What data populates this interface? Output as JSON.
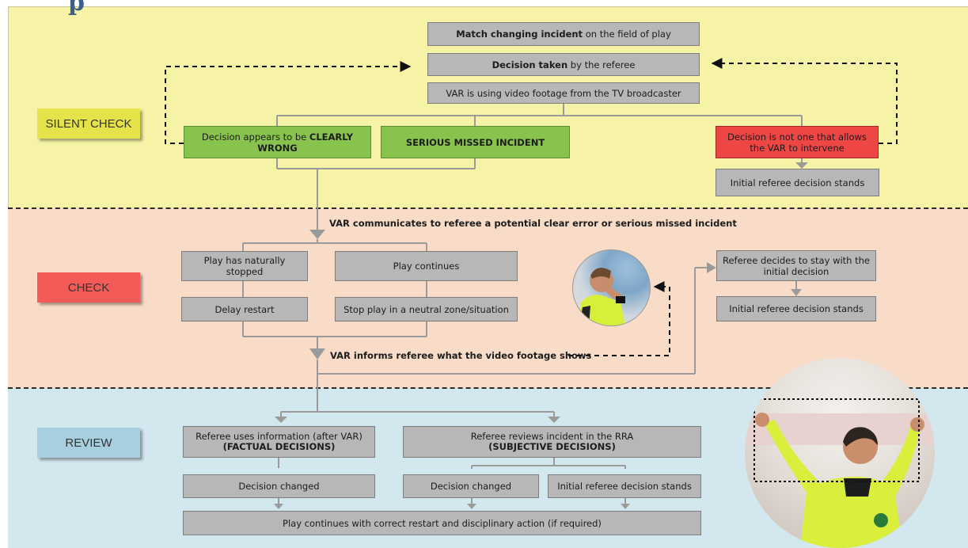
{
  "header_fragment": "p",
  "phases": {
    "silent": "SILENT CHECK",
    "check": "CHECK",
    "review": "REVIEW"
  },
  "silent": {
    "incident_bold": "Match changing incident",
    "incident_rest": " on the field of play",
    "decision_bold": "Decision taken",
    "decision_rest": " by the referee",
    "var_footage": "VAR is using video footage from the TV broadcaster",
    "clearly_wrong_pre": "Decision appears to be ",
    "clearly_wrong_bold": "CLEARLY WRONG",
    "serious_missed": "SERIOUS MISSED INCIDENT",
    "not_allowed": "Decision is not one that allows the VAR to intervene",
    "initial_stands": "Initial referee decision stands"
  },
  "check": {
    "communicates": "VAR communicates to referee a potential clear error or serious missed incident",
    "naturally_stopped": "Play has naturally stopped",
    "play_continues": "Play continues",
    "delay_restart": "Delay restart",
    "stop_play": "Stop play in a neutral zone/situation",
    "informs": "VAR informs referee what the video footage shows",
    "stay_decision": "Referee decides to stay with the initial decision",
    "initial_stands": "Initial referee decision stands"
  },
  "review": {
    "uses_info": "Referee uses information (after VAR)",
    "factual": "(FACTUAL DECISIONS)",
    "reviews_rra": "Referee reviews incident in the RRA",
    "subjective": "(SUBJECTIVE DECISIONS)",
    "changed_left": "Decision changed",
    "changed_mid": "Decision changed",
    "initial_stands": "Initial referee decision stands",
    "play_continues": "Play continues with correct restart and disciplinary action (if required)"
  },
  "colors": {
    "silent_band": "#f6f3a6",
    "check_band": "#f8dcc8",
    "review_band": "#d3e7ee",
    "silent_label": "#e6e34a",
    "check_label": "#f45a57",
    "review_label": "#a8cfdf",
    "box_gray": "#b7b7b7",
    "box_green": "#88c34e",
    "box_red": "#ee4545",
    "connector": "#9a9a9a"
  }
}
